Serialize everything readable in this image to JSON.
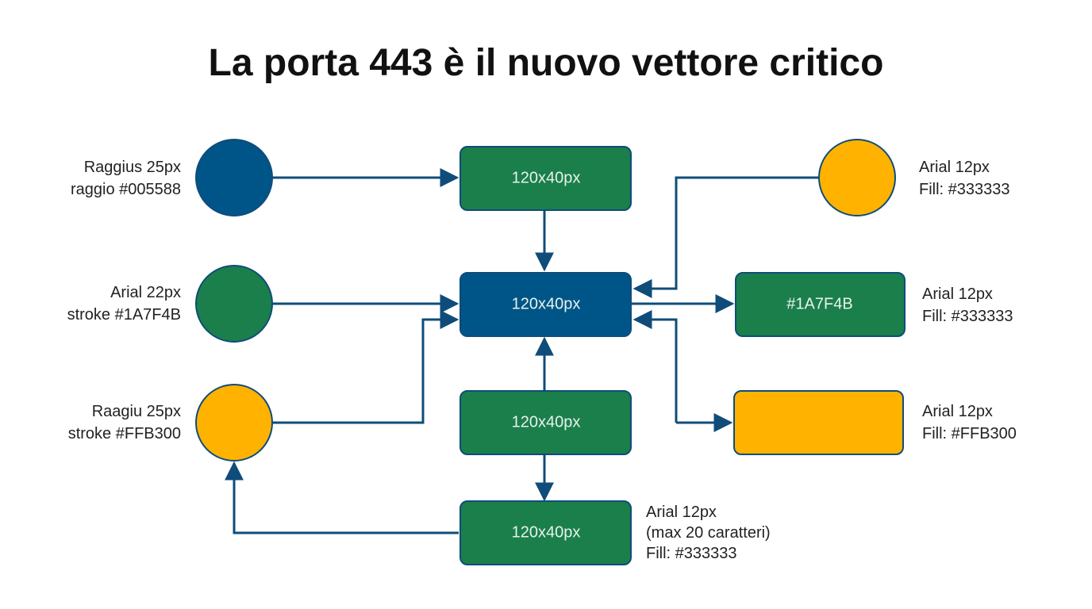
{
  "title": "La porta 443 è il nuovo vettore critico",
  "colors": {
    "blue": "#005588",
    "green": "#1A7F4B",
    "yellow": "#FFB300",
    "stroke": "#0F4C7A",
    "box_text": "#E8F2EC"
  },
  "nodes": {
    "circle_top_left": {
      "fill": "blue"
    },
    "circle_mid_left": {
      "fill": "green"
    },
    "circle_bot_left": {
      "fill": "yellow"
    },
    "circle_top_right": {
      "fill": "yellow"
    },
    "box_top": {
      "label": "120x40px",
      "fill": "green"
    },
    "box_center": {
      "label": "120x40px",
      "fill": "blue"
    },
    "box_lower": {
      "label": "120x40px",
      "fill": "green"
    },
    "box_bottom": {
      "label": "120x40px",
      "fill": "green"
    },
    "box_right_mid": {
      "label": "#1A7F4B",
      "fill": "green"
    },
    "box_right_bot": {
      "label": "",
      "fill": "yellow"
    }
  },
  "notes": {
    "top_left": [
      "Raggius 25px",
      "raggio #005588"
    ],
    "mid_left": [
      "Arial 22px",
      "stroke #1A7F4B"
    ],
    "bot_left": [
      "Raagiu 25px",
      "stroke #FFB300"
    ],
    "top_right": [
      "Arial 12px",
      "Fill: #333333"
    ],
    "mid_right": [
      "Arial 12px",
      "Fill: #333333"
    ],
    "bot_right": [
      "Arial 12px",
      "Fill: #FFB300"
    ],
    "bottom_box": [
      "Arial 12px",
      "(max 20 caratteri)",
      "Fill: #333333"
    ]
  }
}
